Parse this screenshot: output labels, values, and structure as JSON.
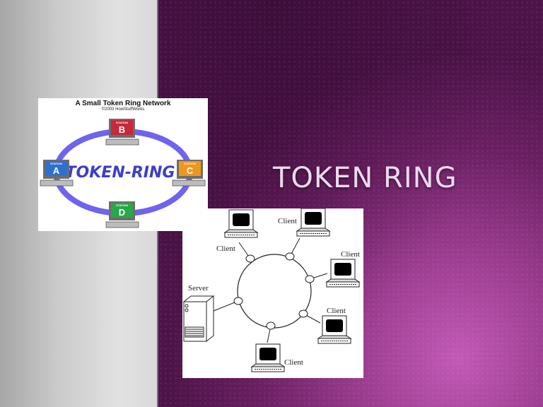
{
  "slide": {
    "title": "TOKEN RING",
    "colors": {
      "left_panel": "#c9c9c9",
      "right_panel": "#8e3a87",
      "title_text": "#ecdaf0"
    }
  },
  "ring_figure": {
    "heading": "A Small Token Ring Network",
    "copyright": "©2003 HowStuffWorks",
    "ring_label": "TOKEN-RING",
    "stations": [
      {
        "tag": "STATION",
        "letter": "A",
        "color": "#2f6fd0"
      },
      {
        "tag": "STATION",
        "letter": "B",
        "color": "#c8283a"
      },
      {
        "tag": "STATION",
        "letter": "C",
        "color": "#f0961e"
      },
      {
        "tag": "STATION",
        "letter": "D",
        "color": "#27a84a"
      }
    ],
    "ring_color": "#6f63ef"
  },
  "network_diagram": {
    "nodes": [
      {
        "label": "Client"
      },
      {
        "label": "Client"
      },
      {
        "label": "Client"
      },
      {
        "label": "Client"
      },
      {
        "label": "Client"
      },
      {
        "label": "Server"
      }
    ]
  }
}
